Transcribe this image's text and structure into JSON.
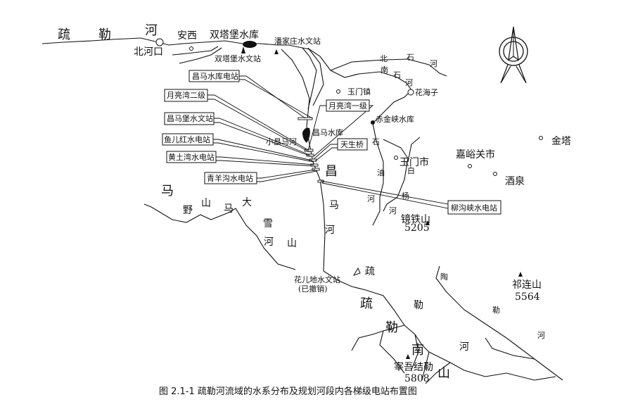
{
  "map": {
    "river_main": [
      "疏",
      "勒",
      "河"
    ],
    "places": {
      "beihekou": "北河口",
      "anxi": "安西",
      "shuangtapu_res": "双塔堡水库",
      "shuangtapu_hydro": "双塔堡水文站",
      "panjiazhuang": "潘家庄水文站",
      "yumen_town": "玉门镇",
      "huahaizi": "花海子",
      "chijinxia": "赤金峡水库",
      "changma_res": "昌马水库",
      "xiaochangma": "小昌马河",
      "chang": "昌",
      "yumen_city": "玉门市",
      "jiayuguan": "嘉峪关市",
      "jiuquan": "酒泉",
      "jinta": "金塔",
      "jingtieshan": "镜铁山",
      "jingtieshan_elev": "5205",
      "huaerdi": "花儿地水文站",
      "huaerdi_note": "(已撤销)",
      "qilianshan": "祁连山",
      "qilianshan_elev": "5564",
      "zaiwu": "宰吾结勒",
      "zaiwu_elev": "5808"
    },
    "stations": [
      "昌马水库电站",
      "月亮湾二级",
      "昌马堡水文站",
      "鱼儿红水电站",
      "黄土湾水电站",
      "青羊沟水电站",
      "月亮湾一级",
      "天生桥",
      "柳沟峡水电站"
    ],
    "beishi": [
      "北",
      "石",
      "河"
    ],
    "nanshi": [
      "南",
      "石",
      "河"
    ],
    "shiyou": [
      "石",
      "油",
      "河"
    ],
    "baiyang": [
      "白",
      "杨",
      "河"
    ],
    "changmahe": [
      "马",
      "河"
    ],
    "mayeshan": [
      "马",
      "野",
      "山",
      "马",
      "大",
      "雪",
      "河",
      "山"
    ],
    "shule_lower": [
      "疏",
      "勒",
      "河"
    ],
    "shulenanshan": [
      "疏",
      "勒",
      "南",
      "山"
    ],
    "taolehe": [
      "陶",
      "勒",
      "河"
    ]
  },
  "caption": "图 2.1-1  疏勒河流域的水系分布及规划河段内各梯级电站布置图"
}
